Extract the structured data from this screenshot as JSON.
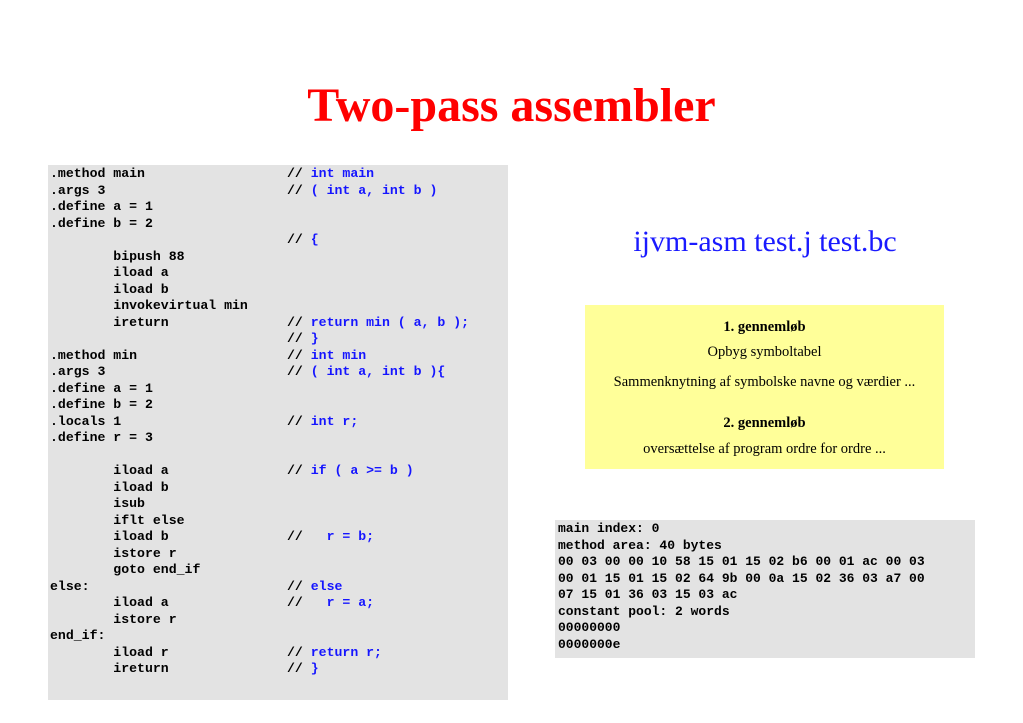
{
  "title": "Two-pass assembler",
  "command": "ijvm-asm test.j test.bc",
  "code_lines": [
    {
      "code": ".method main",
      "comment": "int main"
    },
    {
      "code": ".args 3",
      "comment": "( int a, int b )"
    },
    {
      "code": ".define a = 1",
      "comment": ""
    },
    {
      "code": ".define b = 2",
      "comment": ""
    },
    {
      "code": "",
      "comment": "{"
    },
    {
      "code": "        bipush 88",
      "comment": ""
    },
    {
      "code": "        iload a",
      "comment": ""
    },
    {
      "code": "        iload b",
      "comment": ""
    },
    {
      "code": "        invokevirtual min",
      "comment": ""
    },
    {
      "code": "        ireturn",
      "comment": "return min ( a, b );"
    },
    {
      "code": "",
      "comment": "}"
    },
    {
      "code": ".method min",
      "comment": "int min"
    },
    {
      "code": ".args 3",
      "comment": "( int a, int b ){"
    },
    {
      "code": ".define a = 1",
      "comment": ""
    },
    {
      "code": ".define b = 2",
      "comment": ""
    },
    {
      "code": ".locals 1",
      "comment": "int r;"
    },
    {
      "code": ".define r = 3",
      "comment": ""
    },
    {
      "code": "",
      "comment": ""
    },
    {
      "code": "        iload a",
      "comment": "if ( a >= b )"
    },
    {
      "code": "        iload b",
      "comment": ""
    },
    {
      "code": "        isub",
      "comment": ""
    },
    {
      "code": "        iflt else",
      "comment": ""
    },
    {
      "code": "        iload b",
      "comment": "  r = b;"
    },
    {
      "code": "        istore r",
      "comment": ""
    },
    {
      "code": "        goto end_if",
      "comment": ""
    },
    {
      "code": "else:",
      "comment": "else"
    },
    {
      "code": "        iload a",
      "comment": "  r = a;"
    },
    {
      "code": "        istore r",
      "comment": ""
    },
    {
      "code": "end_if:",
      "comment": ""
    },
    {
      "code": "        iload r",
      "comment": "return r;"
    },
    {
      "code": "        ireturn",
      "comment": "}"
    }
  ],
  "comment_prefix": "//",
  "passes": {
    "pass1_heading": "1. gennemløb",
    "pass1_line1": "Opbyg symboltabel",
    "pass1_line2": "Sammenknytning af symbolske navne og værdier ...",
    "pass2_heading": "2. gennemløb",
    "pass2_line1": "oversættelse af program ordre for ordre ..."
  },
  "output_lines": [
    "main index: 0",
    "method area: 40 bytes",
    "00 03 00 00 10 58 15 01 15 02 b6 00 01 ac 00 03",
    "00 01 15 01 15 02 64 9b 00 0a 15 02 36 03 a7 00",
    "07 15 01 36 03 15 03 ac",
    "constant pool: 2 words",
    "00000000",
    "0000000e"
  ],
  "colors": {
    "title": "#ff0000",
    "comment_text": "#1515ff",
    "command": "#1a1aff",
    "code_bg": "#e3e3e3",
    "passes_bg": "#ffff99"
  }
}
